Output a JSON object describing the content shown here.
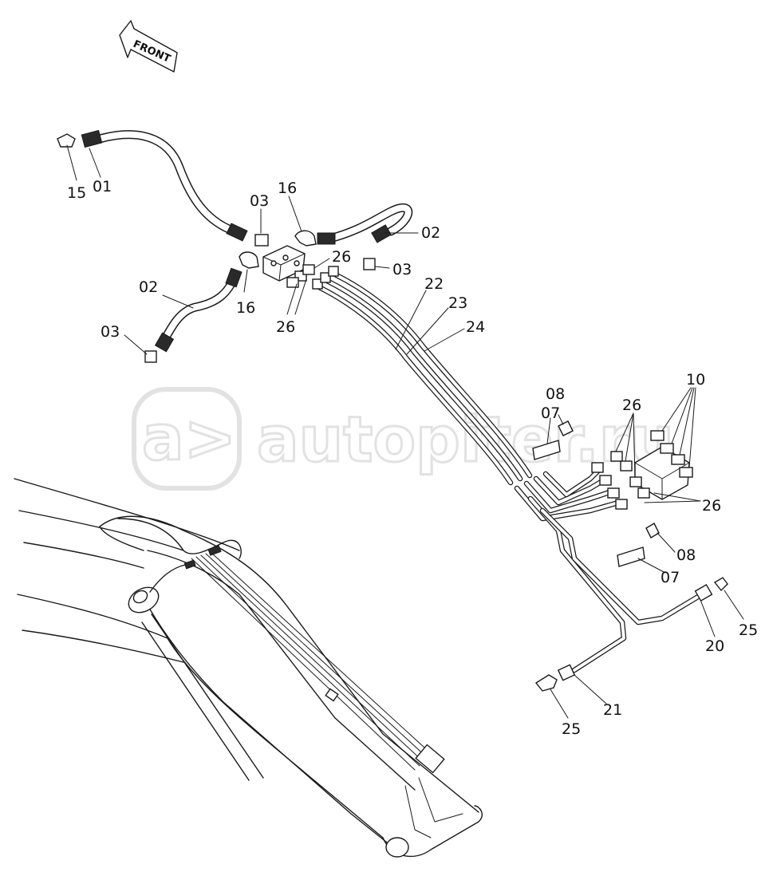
{
  "orientation": {
    "arrow_label": "FRONT"
  },
  "watermark": {
    "text": "autopiter.ru",
    "logo_glyph": "a>"
  },
  "callouts": [
    {
      "id": "c01",
      "text": "01"
    },
    {
      "id": "c15",
      "text": "15"
    },
    {
      "id": "c02a",
      "text": "02"
    },
    {
      "id": "c02b",
      "text": "02"
    },
    {
      "id": "c03a",
      "text": "03"
    },
    {
      "id": "c03b",
      "text": "03"
    },
    {
      "id": "c03c",
      "text": "03"
    },
    {
      "id": "c16a",
      "text": "16"
    },
    {
      "id": "c16b",
      "text": "16"
    },
    {
      "id": "c26a",
      "text": "26"
    },
    {
      "id": "c26b",
      "text": "26"
    },
    {
      "id": "c26c",
      "text": "26"
    },
    {
      "id": "c26d",
      "text": "26"
    },
    {
      "id": "c22",
      "text": "22"
    },
    {
      "id": "c23",
      "text": "23"
    },
    {
      "id": "c24",
      "text": "24"
    },
    {
      "id": "c10",
      "text": "10"
    },
    {
      "id": "c08a",
      "text": "08"
    },
    {
      "id": "c08b",
      "text": "08"
    },
    {
      "id": "c07a",
      "text": "07"
    },
    {
      "id": "c07b",
      "text": "07"
    },
    {
      "id": "c20",
      "text": "20"
    },
    {
      "id": "c21",
      "text": "21"
    },
    {
      "id": "c25a",
      "text": "25"
    },
    {
      "id": "c25b",
      "text": "25"
    }
  ],
  "colors": {
    "line": "#1a1a1a",
    "watermark": "#e2e2e2",
    "background": "#ffffff"
  }
}
